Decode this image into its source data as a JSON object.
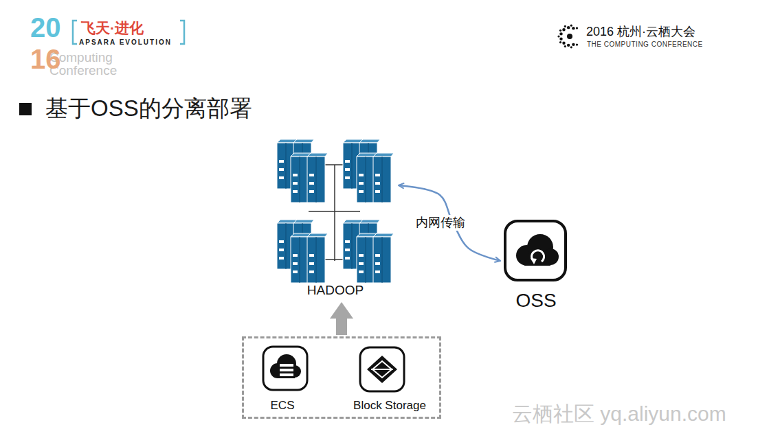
{
  "diagram": {
    "title": "基于OSS的分离部署",
    "nodes": [
      {
        "text": [
          "HADOOP"
        ]
      },
      {
        "text": [
          "OSS"
        ]
      },
      {
        "text": []
      },
      {
        "text": [
          "ECS"
        ],
        "in": 2
      },
      {
        "text": [
          "Block Storage"
        ],
        "in": 2
      }
    ],
    "edges": [
      {
        "from": 0,
        "to": 1,
        "label": "内网传输",
        "arrow": "both"
      },
      {
        "from": 2,
        "to": 0,
        "arrow": "to"
      }
    ],
    "labels": [
      "20",
      "16",
      "飞天·进化",
      "APSARA EVOLUTION",
      "Computing",
      "Conference",
      "2016 杭州·云栖大会",
      "THE COMPUTING CONFERENCE",
      "云栖社区 yq.aliyun.com"
    ]
  }
}
